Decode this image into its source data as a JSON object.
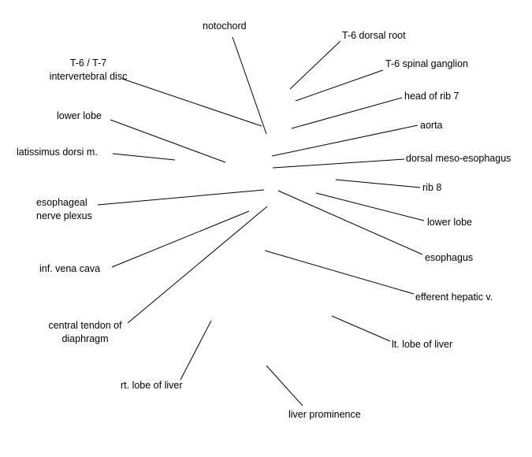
{
  "labels": {
    "notochord": "notochord",
    "t6_dorsal_root": "T-6 dorsal root",
    "t6_spinal_ganglion": "T-6 spinal ganglion",
    "head_of_rib_7": "head of rib 7",
    "aorta": "aorta",
    "dorsal_meso_esophagus": "dorsal meso-esophagus",
    "rib_8": "rib 8",
    "lower_lobe_right": "lower lobe",
    "esophagus": "esophagus",
    "efferent_hepatic_v": "efferent hepatic v.",
    "lt_lobe_of_liver": "lt. lobe of liver",
    "liver_prominence": "liver prominence",
    "rt_lobe_of_liver": "rt. lobe of liver",
    "central_tendon_line1": "central tendon of",
    "central_tendon_line2": "diaphragm",
    "inf_vena_cava": "inf. vena cava",
    "esophageal_plexus_line1": "esophageal",
    "esophageal_plexus_line2": "nerve plexus",
    "latissimus_dorsi": "latissimus dorsi m.",
    "lower_lobe_left": "lower lobe",
    "intervertebral_line1": "T-6 / T-7",
    "intervertebral_line2": "intervertebral disc"
  }
}
